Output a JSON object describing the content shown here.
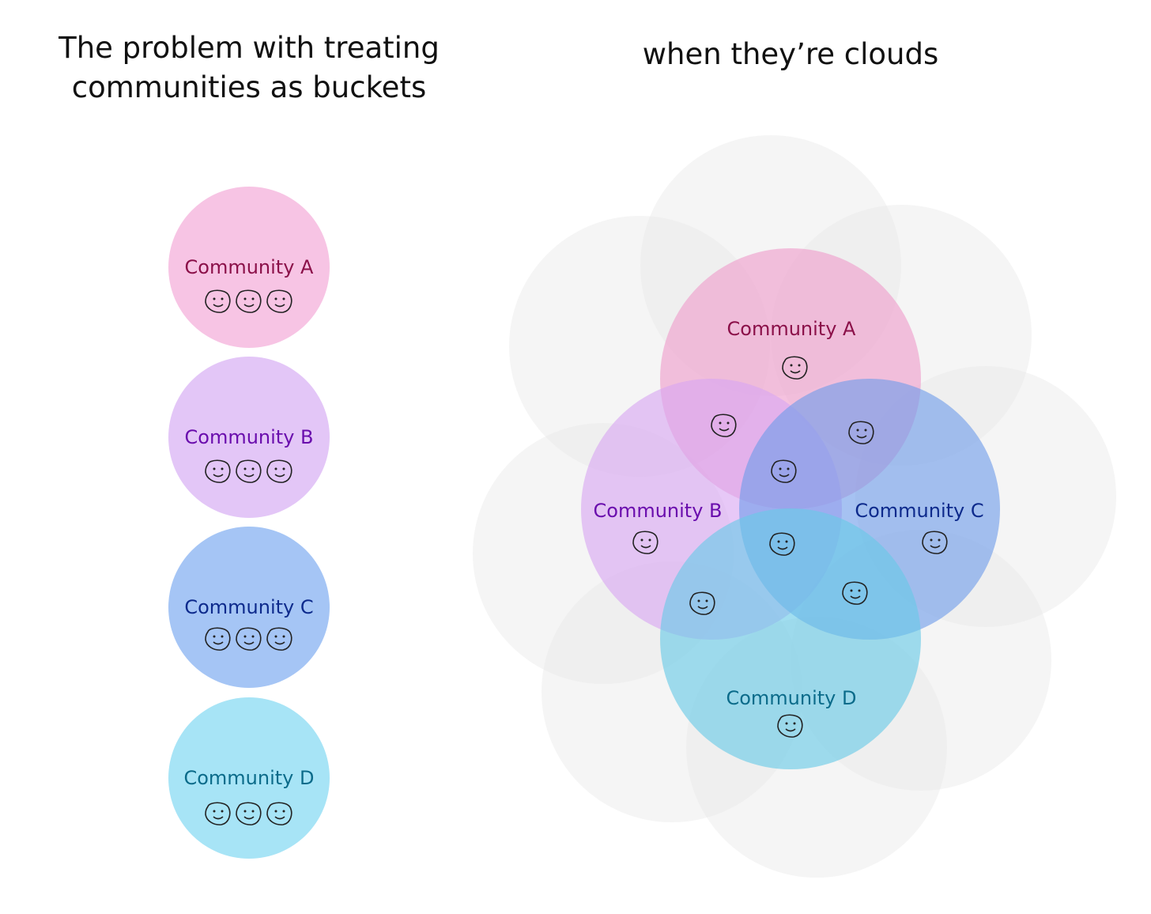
{
  "left_panel": {
    "title_line1": "The problem with treating",
    "title_line2": "communities as buckets",
    "buckets": [
      {
        "label": "Community A",
        "people": 3,
        "fill": "#f7c4e4",
        "text_color": "#8b1049"
      },
      {
        "label": "Community B",
        "people": 3,
        "fill": "#e3c6f7",
        "text_color": "#6a0dad"
      },
      {
        "label": "Community C",
        "people": 3,
        "fill": "#a5c5f5",
        "text_color": "#0d2a8c"
      },
      {
        "label": "Community D",
        "people": 3,
        "fill": "#a7e4f6",
        "text_color": "#0b6b8a"
      }
    ]
  },
  "right_panel": {
    "title": "when they’re clouds",
    "background_cloud_color": "#e8e8e8",
    "communities": [
      {
        "label": "Community A",
        "fill": "#ef9ccb",
        "text_color": "#8b1049"
      },
      {
        "label": "Community B",
        "fill": "#d9a6f2",
        "text_color": "#6a0dad"
      },
      {
        "label": "Community C",
        "fill": "#6f9cea",
        "text_color": "#0d2a8c"
      },
      {
        "label": "Community D",
        "fill": "#67c9e6",
        "text_color": "#0b6b8a"
      }
    ],
    "people_icon": "smiley-face-icon"
  }
}
